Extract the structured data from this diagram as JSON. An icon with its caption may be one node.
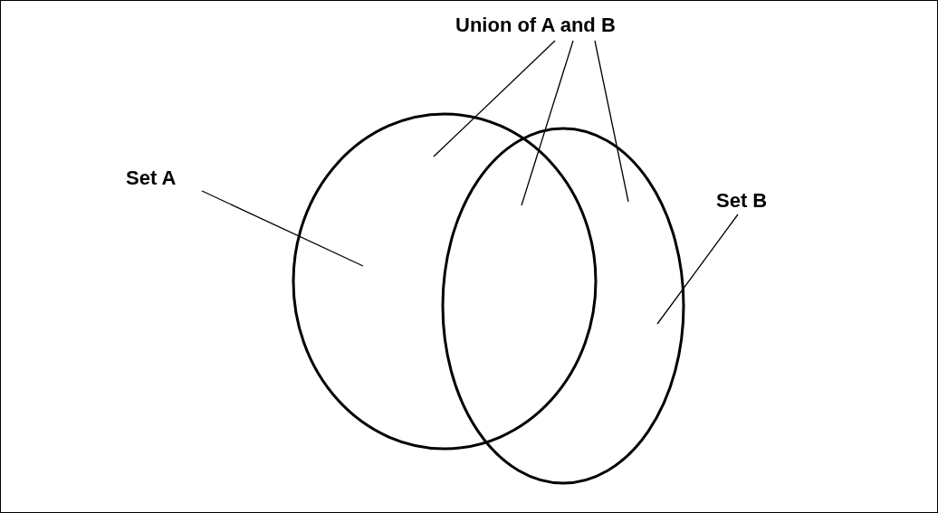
{
  "diagram": {
    "nodes": [
      {
        "text": [
          "Union of A and B"
        ]
      },
      {
        "text": [
          "Set A"
        ]
      },
      {
        "text": [
          "Set B"
        ]
      },
      {
        "text": [],
        "shape": "circle"
      },
      {
        "text": [],
        "shape": "circle"
      }
    ],
    "edges": [
      {
        "from": 0,
        "to": 3,
        "arrow": "none"
      },
      {
        "from": 0,
        "to": 4,
        "arrow": "none"
      },
      {
        "from": 0,
        "to": 4,
        "arrow": "none"
      },
      {
        "from": 1,
        "to": 3,
        "arrow": "none"
      },
      {
        "from": 2,
        "to": 4,
        "arrow": "none"
      }
    ]
  }
}
